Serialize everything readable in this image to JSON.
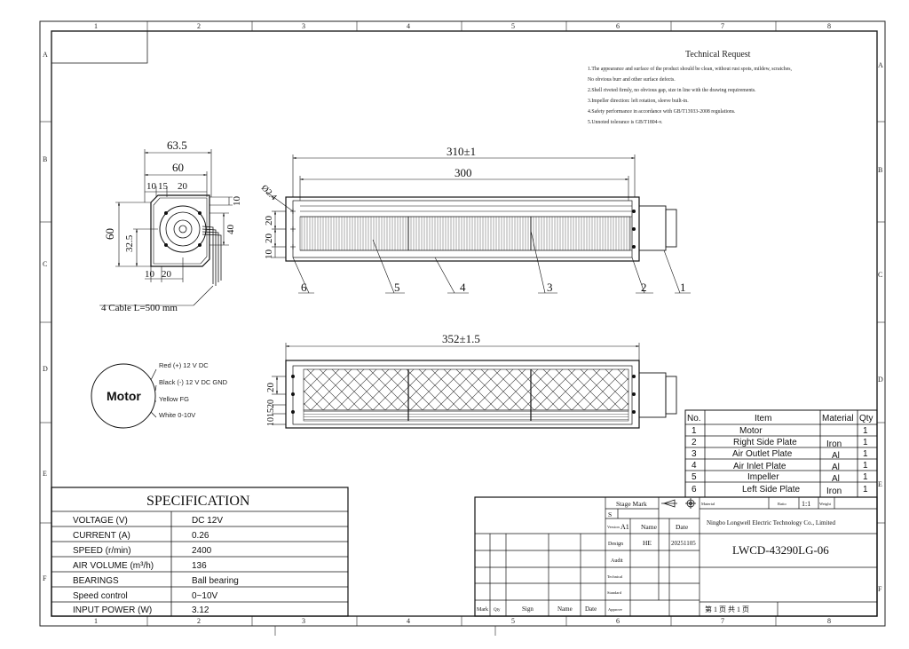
{
  "frame": {
    "columns": [
      "1",
      "2",
      "3",
      "4",
      "5",
      "6",
      "7",
      "8"
    ],
    "rows": [
      "A",
      "B",
      "C",
      "D",
      "E",
      "F"
    ]
  },
  "technical_request": {
    "title": "Technical Request",
    "lines": [
      "1.The appearance and surface of the product should be clean, without rust spots, mildew, scratches,",
      "   No obvious burr and other surface defects.",
      "2.Shell riveted firmly, no obvious gap, size in line with the drawing requirements.",
      "3.Impeller direction: left rotation,  sleeve built-in.",
      "4.Safety performance in accordance with GB/T13933-2008 regulations.",
      "5.Unnoted tolerance is GB/T1804-v."
    ]
  },
  "side_view": {
    "dims": [
      "63.5",
      "60",
      "10",
      "15",
      "20",
      "10",
      "60",
      "32.5",
      "40",
      "10",
      "20"
    ],
    "cable_note": "4 Cable L=500 mm"
  },
  "front_view": {
    "dims": [
      "310±1",
      "300",
      "Ø2.4",
      "20",
      "20",
      "10"
    ],
    "callouts": [
      "6",
      "5",
      "4",
      "3",
      "2",
      "1"
    ]
  },
  "back_view": {
    "dims": [
      "352±1.5",
      "20",
      "10",
      "15",
      "20"
    ]
  },
  "motor_wiring": {
    "label": "Motor",
    "wires": [
      "Red (+) 12 V DC",
      "Black (-) 12 V DC GND",
      "Yellow FG",
      "White  0-10V"
    ]
  },
  "specification": {
    "title": "SPECIFICATION",
    "rows": [
      {
        "param": "VOLTAGE (V)",
        "value": "DC 12V"
      },
      {
        "param": "CURRENT  (A)",
        "value": "0.26"
      },
      {
        "param": "SPEED   (r/min)",
        "value": "2400"
      },
      {
        "param": "AIR  VOLUME   (m³/h)",
        "value": "136"
      },
      {
        "param": "BEARINGS",
        "value": "Ball bearing"
      },
      {
        "param": "Speed control",
        "value": "0~10V"
      },
      {
        "param": "INPUT POWER  (W)",
        "value": "3.12"
      }
    ]
  },
  "bom": {
    "headers": [
      "No.",
      "Item",
      "Material",
      "Qty"
    ],
    "rows": [
      [
        "1",
        "Motor",
        "",
        "1"
      ],
      [
        "2",
        "Right Side Plate",
        "Iron",
        "1"
      ],
      [
        "3",
        "Air Outlet Plate",
        "Al",
        "1"
      ],
      [
        "4",
        "Air Inlet Plate",
        "Al",
        "1"
      ],
      [
        "5",
        "Impeller",
        "Al",
        "1"
      ],
      [
        "6",
        "Left Side Plate",
        "Iron",
        "1"
      ]
    ]
  },
  "title_block": {
    "stage_mark": "Stage Mark",
    "s": "S",
    "version_label": "Version",
    "version": "A1",
    "name_label": "Name",
    "date_label": "Date",
    "design_label": "Design",
    "designer": "HE",
    "design_date": "20251105",
    "audit_label": "Audit",
    "technical_label": "Technical",
    "standard_label": "Standard",
    "approve_label": "Approve",
    "mark_label": "Mark",
    "qty_label": "Qty",
    "sign_label": "Sign",
    "name2_label": "Name",
    "date2_label": "Date",
    "material_label": "Material",
    "ratio_label": "Ratio",
    "ratio": "1:1",
    "weight_label": "Weight",
    "company": "Ningbo Longwell Electric Technology  Co., Limited",
    "drawing_no": "LWCD-43290LG-06",
    "page": "第 1 页   共 1 页"
  }
}
